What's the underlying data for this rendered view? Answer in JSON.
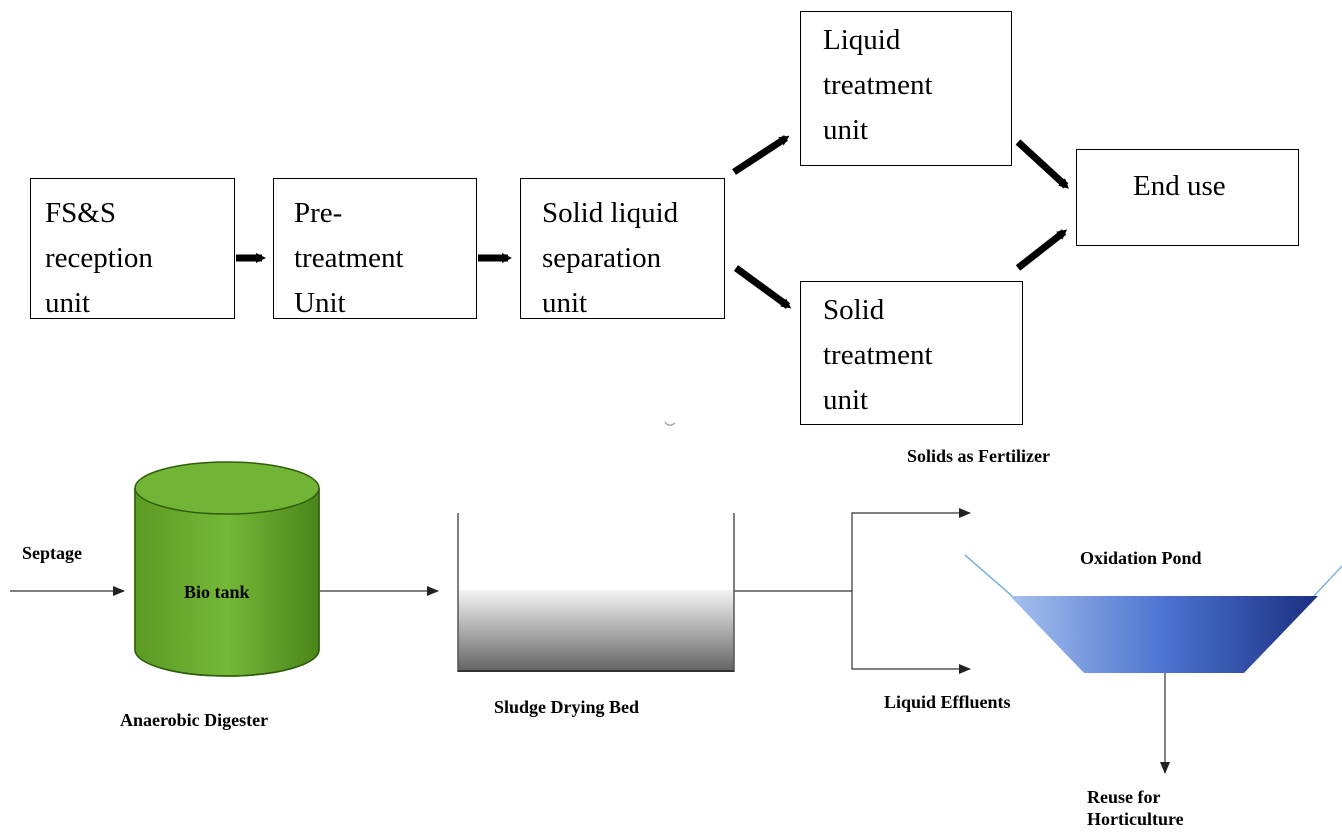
{
  "flow_top": {
    "boxes": [
      {
        "id": "reception",
        "text": "FS&S\nreception\nunit"
      },
      {
        "id": "pretreatment",
        "text": "Pre-\ntreatment\nUnit"
      },
      {
        "id": "separation",
        "text": "Solid liquid\nseparation\nunit"
      },
      {
        "id": "liquid",
        "text": "Liquid\ntreatment\nunit"
      },
      {
        "id": "solid",
        "text": "Solid\ntreatment\nunit"
      },
      {
        "id": "enduse",
        "text": "End use"
      }
    ]
  },
  "flow_bottom": {
    "septage": "Septage",
    "bio_tank": "Bio tank",
    "anaerobic_digester": "Anaerobic Digester",
    "sludge_drying_bed": "Sludge Drying Bed",
    "solids_fertilizer": "Solids as Fertilizer",
    "liquid_effluents": "Liquid Effluents",
    "oxidation_pond": "Oxidation Pond",
    "reuse_line1": "Reuse for",
    "reuse_line2": "Horticulture"
  },
  "colors": {
    "bio_tank_green": "#6aab2e",
    "bio_tank_dark": "#3e7a12",
    "pond_light": "#8fb0e8",
    "pond_dark": "#1f3a8f",
    "bed_light": "#f2f2f2",
    "bed_dark": "#6e6e6e"
  }
}
